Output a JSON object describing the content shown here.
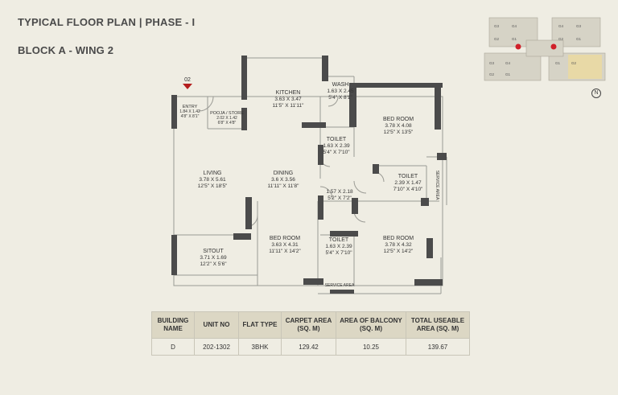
{
  "header": {
    "title": "TYPICAL FLOOR PLAN | PHASE - I",
    "subtitle": "BLOCK A - WING 2"
  },
  "entry_marker": "02",
  "rooms": {
    "entry": {
      "name": "ENTRY",
      "dim1": "1.84 X 1.42",
      "dim2": "4'8\" X 8'1\""
    },
    "pooja": {
      "name": "POOJA / STORE",
      "dim1": "2.02 X 1.42",
      "dim2": "6'8\" X 4'8\""
    },
    "kitchen": {
      "name": "KITCHEN",
      "dim1": "3.63 X 3.47",
      "dim2": "11'5\" X 11'11\""
    },
    "wash": {
      "name": "WASH",
      "dim1": "1.63 X 2.45",
      "dim2": "5'4\" X 8'1\""
    },
    "bed1": {
      "name": "BED ROOM",
      "dim1": "3.78 X 4.08",
      "dim2": "12'5\" X 13'5\""
    },
    "toilet1": {
      "name": "TOILET",
      "dim1": "1.63 X 2.39",
      "dim2": "5'4\" X 7'10\""
    },
    "toilet2": {
      "name": "TOILET",
      "dim1": "2.39 X 1.47",
      "dim2": "7'10\" X 4'10\""
    },
    "service1": {
      "name": "SERVICE AREA"
    },
    "living": {
      "name": "LIVING",
      "dim1": "3.78 X 5.61",
      "dim2": "12'5\" X 18'5\""
    },
    "dining": {
      "name": "DINING",
      "dim1": "3.6 X 3.56",
      "dim2": "11'11\" X 11'8\""
    },
    "passage": {
      "dim1": "1.57 X 2.18",
      "dim2": "5'2\" X 7'2\""
    },
    "bed2": {
      "name": "BED ROOM",
      "dim1": "3.63 X 4.31",
      "dim2": "11'11\" X 14'2\""
    },
    "toilet3": {
      "name": "TOILET",
      "dim1": "1.63 X 2.39",
      "dim2": "5'4\" X 7'10\""
    },
    "bed3": {
      "name": "BED ROOM",
      "dim1": "3.78 X 4.32",
      "dim2": "12'5\" X 14'2\""
    },
    "sitout": {
      "name": "SITOUT",
      "dim1": "3.71 X 1.69",
      "dim2": "12'2\" X 5'6\""
    },
    "service2": {
      "name": "SERVICE AREA"
    }
  },
  "table": {
    "headers": [
      "BUILDING NAME",
      "UNIT NO",
      "FLAT TYPE",
      "CARPET AREA (SQ. M)",
      "AREA OF BALCONY (SQ. M)",
      "TOTAL USEABLE AREA (SQ. M)"
    ],
    "row": [
      "D",
      "202-1302",
      "3BHK",
      "129.42",
      "10.25",
      "139.67"
    ]
  },
  "key_plan": {
    "unit_labels": [
      "G3",
      "G4",
      "G2",
      "G1",
      "G4",
      "G3",
      "G2",
      "G1",
      "G3",
      "G4",
      "G2",
      "G1",
      "G1",
      "G2"
    ],
    "highlight_color": "#e8d9a6",
    "marker_color": "#d0202a"
  },
  "compass": "N"
}
